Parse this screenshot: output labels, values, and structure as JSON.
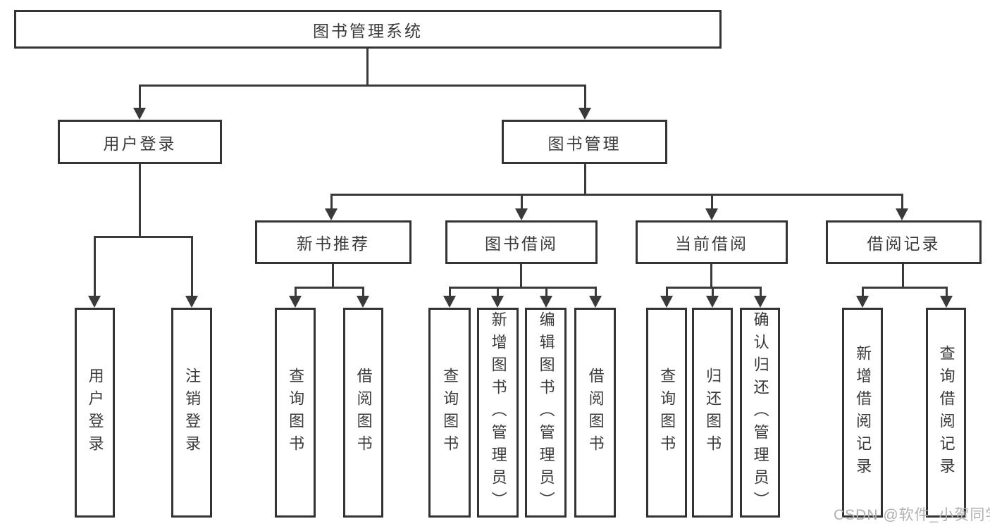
{
  "colors": {
    "background": "#ffffff",
    "box_border": "#333333",
    "line": "#3a3a3a",
    "text": "#3a3a3a",
    "watermark": "#b0b0b0"
  },
  "watermark": {
    "text": "CSDN @软件_小贺同学"
  },
  "tree": {
    "root": {
      "label": "图书管理系统"
    },
    "branches": [
      {
        "label": "用户登录",
        "children": [
          {
            "label": "用户登录"
          },
          {
            "label": "注销登录"
          }
        ]
      },
      {
        "label": "图书管理",
        "children": [
          {
            "label": "新书推荐",
            "children": [
              {
                "label": "查询图书"
              },
              {
                "label": "借阅图书"
              }
            ]
          },
          {
            "label": "图书借阅",
            "children": [
              {
                "label": "查询图书"
              },
              {
                "label": "新增图书（管理员）"
              },
              {
                "label": "编辑图书（管理员）"
              },
              {
                "label": "借阅图书"
              }
            ]
          },
          {
            "label": "当前借阅",
            "children": [
              {
                "label": "查询图书"
              },
              {
                "label": "归还图书"
              },
              {
                "label": "确认归还（管理员）"
              }
            ]
          },
          {
            "label": "借阅记录",
            "children": [
              {
                "label": "新增借阅记录"
              },
              {
                "label": "查询借阅记录"
              }
            ]
          }
        ]
      }
    ]
  }
}
